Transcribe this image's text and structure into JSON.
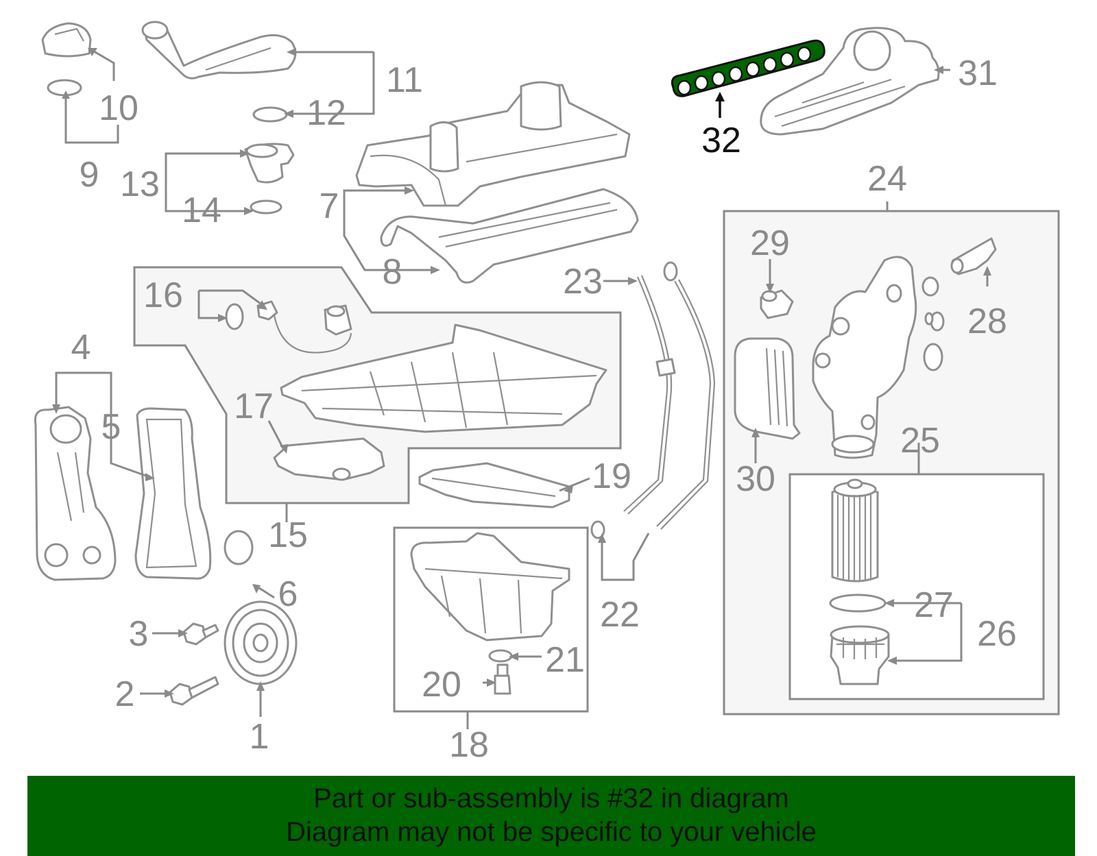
{
  "highlight_color": "#006400",
  "part_color": "#8a8a8a",
  "callouts": {
    "n1": "1",
    "n2": "2",
    "n3": "3",
    "n4": "4",
    "n5": "5",
    "n6": "6",
    "n7": "7",
    "n8": "8",
    "n9": "9",
    "n10": "10",
    "n11": "11",
    "n12": "12",
    "n13": "13",
    "n14": "14",
    "n15": "15",
    "n16": "16",
    "n17": "17",
    "n18": "18",
    "n19": "19",
    "n20": "20",
    "n21": "21",
    "n22": "22",
    "n23": "23",
    "n24": "24",
    "n25": "25",
    "n26": "26",
    "n27": "27",
    "n28": "28",
    "n29": "29",
    "n30": "30",
    "n31": "31",
    "n32": "32"
  },
  "banner": {
    "line1": "Part or sub-assembly is #32 in diagram",
    "line2": "Diagram may not be specific to your vehicle"
  }
}
